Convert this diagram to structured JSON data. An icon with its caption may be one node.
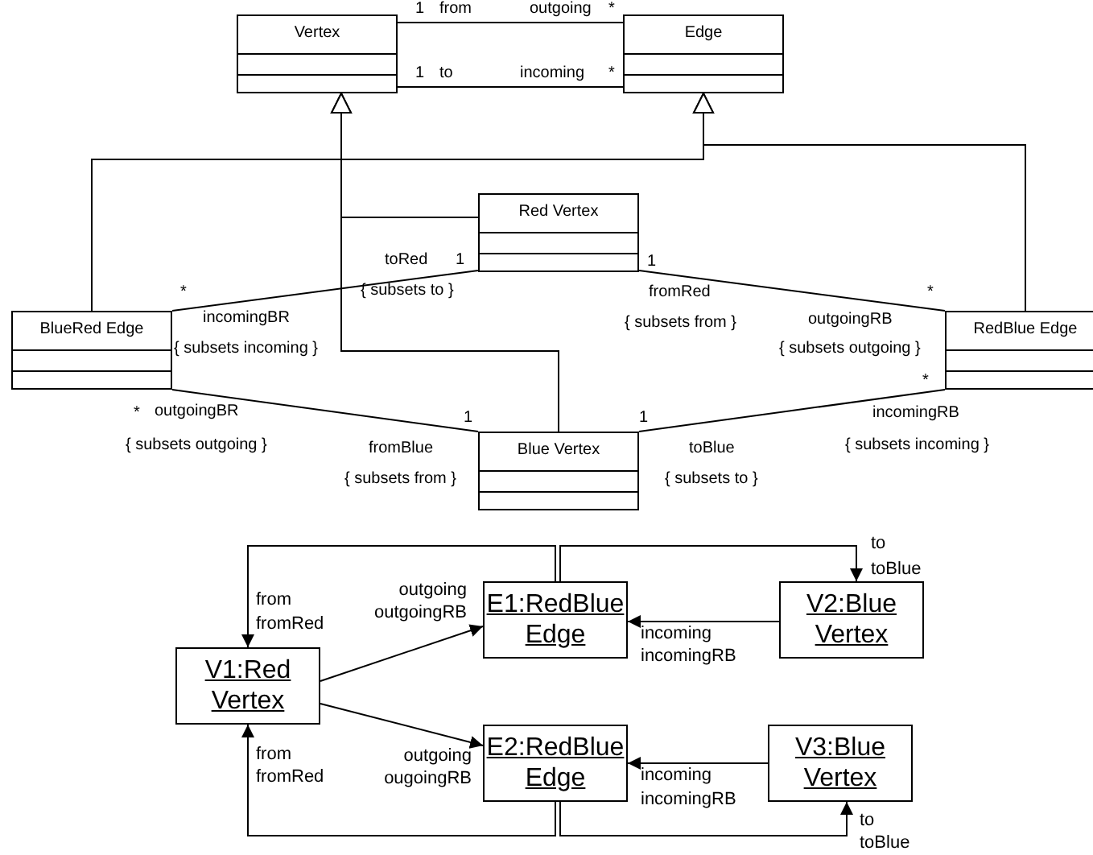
{
  "diagram": {
    "nodes": [
      {
        "text": [
          "Vertex"
        ]
      },
      {
        "text": [
          "Edge"
        ]
      },
      {
        "text": [
          "Red Vertex"
        ]
      },
      {
        "text": [
          "BlueRed Edge"
        ]
      },
      {
        "text": [
          "RedBlue Edge"
        ]
      },
      {
        "text": [
          "Blue Vertex"
        ]
      },
      {
        "text": [
          "V1:Red Vertex"
        ]
      },
      {
        "text": [
          "E1:RedBlue Edge"
        ]
      },
      {
        "text": [
          "V2:Blue Vertex"
        ]
      },
      {
        "text": [
          "E2:RedBlue Edge"
        ]
      },
      {
        "text": [
          "V3:Blue Vertex"
        ]
      }
    ],
    "edges": [
      {
        "from": 0,
        "to": 1,
        "arrow": "none"
      },
      {
        "from": 0,
        "to": 1,
        "arrow": "none"
      },
      {
        "from": 2,
        "to": 0,
        "arrow": "to"
      },
      {
        "from": 5,
        "to": 0,
        "arrow": "to"
      },
      {
        "from": 3,
        "to": 1,
        "arrow": "to"
      },
      {
        "from": 4,
        "to": 1,
        "arrow": "to"
      },
      {
        "from": 2,
        "to": 3,
        "arrow": "none"
      },
      {
        "from": 2,
        "to": 4,
        "arrow": "none"
      },
      {
        "from": 5,
        "to": 3,
        "arrow": "none"
      },
      {
        "from": 5,
        "to": 4,
        "arrow": "none"
      },
      {
        "from": 7,
        "to": 6,
        "arrow": "to"
      },
      {
        "from": 6,
        "to": 7,
        "arrow": "to"
      },
      {
        "from": 7,
        "to": 8,
        "arrow": "to"
      },
      {
        "from": 8,
        "to": 7,
        "arrow": "to"
      },
      {
        "from": 9,
        "to": 6,
        "arrow": "to"
      },
      {
        "from": 6,
        "to": 9,
        "arrow": "to"
      },
      {
        "from": 9,
        "to": 10,
        "arrow": "to"
      },
      {
        "from": 10,
        "to": 9,
        "arrow": "to"
      }
    ],
    "labels": [
      "1",
      "from",
      "outgoing",
      "*",
      "1",
      "to",
      "incoming",
      "*",
      "toRed",
      "1",
      "1",
      "*",
      "{ subsets to }",
      "fromRed",
      "*",
      "incomingBR",
      "{ subsets from }",
      "outgoingRB",
      "{ subsets incoming }",
      "{ subsets outgoing }",
      "*",
      "*",
      "outgoingBR",
      "1",
      "1",
      "incomingRB",
      "{ subsets outgoing }",
      "fromBlue",
      "toBlue",
      "{ subsets incoming }",
      "{ subsets from }",
      "{ subsets to }",
      "to",
      "toBlue",
      "outgoing",
      "outgoingRB",
      "from",
      "fromRed",
      "incoming",
      "incomingRB",
      "from",
      "fromRed",
      "outgoing",
      "ougoingRB",
      "incoming",
      "incomingRB",
      "to",
      "toBlue"
    ]
  }
}
